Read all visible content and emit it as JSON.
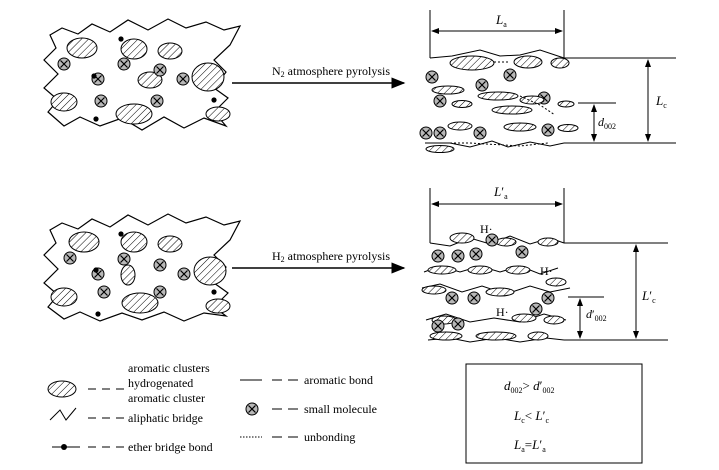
{
  "arrows": {
    "n2_label": "atmosphere pyrolysis",
    "n2_gas": "N",
    "n2_sub": "2",
    "h2_label": "atmosphere pyrolysis",
    "h2_gas": "H",
    "h2_sub": "2"
  },
  "n2_structure": {
    "la": "L",
    "la_sub": "a",
    "lc": "L",
    "lc_sub": "c",
    "d": "d",
    "d_sub": "002"
  },
  "h2_structure": {
    "la": "L",
    "la_prime": "′",
    "la_sub": "a",
    "lc": "L",
    "lc_prime": "′",
    "lc_sub": "c",
    "d": "d",
    "d_prime": "′",
    "d_sub": "002",
    "h_radical": "H·"
  },
  "legend": {
    "aromatic_clusters": "aromatic clusters",
    "hydrogenated_line1": "hydrogenated",
    "hydrogenated_line2": "aromatic cluster",
    "aliphatic_bridge": "aliphatic bridge",
    "ether_bridge": "ether bridge bond",
    "aromatic_bond": "aromatic bond",
    "small_molecule": "small molecule",
    "unbonding": "unbonding"
  },
  "comparison": {
    "row1": {
      "left": "d",
      "left_sub": "002",
      "op": "> ",
      "right": "d",
      "right_prime": "′",
      "right_sub": "002"
    },
    "row2": {
      "left": "L",
      "left_sub": "c",
      "op": "< ",
      "right": "L",
      "right_prime": "′",
      "right_sub": "c"
    },
    "row3": {
      "left": "L",
      "left_sub": "a",
      "op": "=",
      "right": "L",
      "right_prime": "′",
      "right_sub": "a"
    }
  },
  "colors": {
    "ink": "#000000",
    "hatch_fill": "#ffffff",
    "molecule_fill": "#b8b8b8"
  }
}
